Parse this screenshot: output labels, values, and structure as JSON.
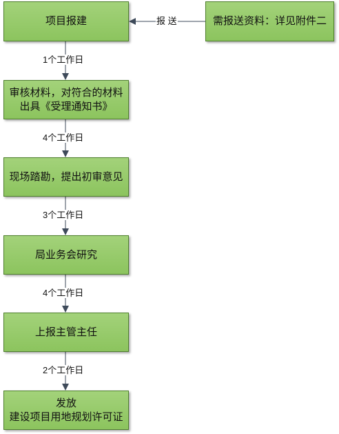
{
  "flowchart": {
    "steps": [
      {
        "lines": [
          "项目报建"
        ]
      },
      {
        "lines": [
          "审核材料，对符合的材料",
          "出具《受理通知书》"
        ]
      },
      {
        "lines": [
          "现场踏勘，提出初审意见"
        ]
      },
      {
        "lines": [
          "局业务会研究"
        ]
      },
      {
        "lines": [
          "上报主管主任"
        ]
      },
      {
        "lines": [
          "发放",
          "建设项目用地规划许可证"
        ]
      }
    ],
    "side_box": {
      "text": "需报送资料：详见附件二"
    },
    "side_edge_label": "报 送",
    "edge_labels": [
      "1个工作日",
      "4个工作日",
      "3个工作日",
      "4个工作日",
      "2个工作日"
    ]
  },
  "colors": {
    "box_fill": "#8cc45e",
    "box_border": "#4e7f2c",
    "connector": "#3e4a5a"
  }
}
